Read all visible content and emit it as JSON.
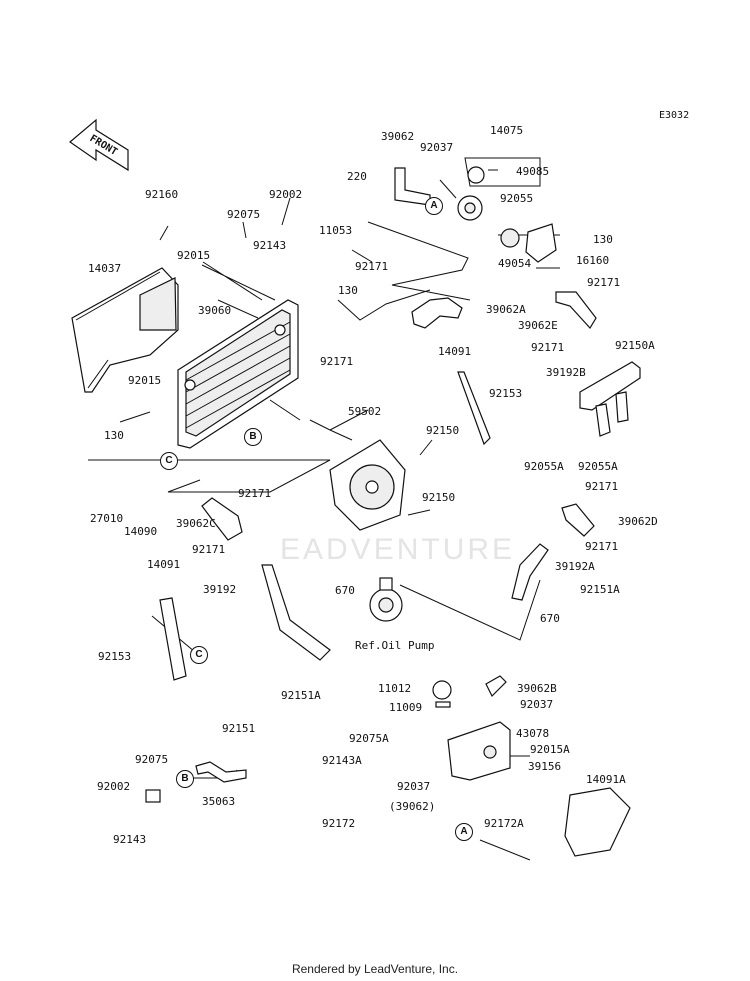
{
  "diagram_code": "E3032",
  "front_label": "FRONT",
  "watermark": "EADVENTURE",
  "footer": "Rendered by LeadVenture, Inc.",
  "ref_callouts": [
    "A",
    "B",
    "C"
  ],
  "part_numbers": {
    "p39062": "39062",
    "p92037": "92037",
    "p14075": "14075",
    "p49085": "49085",
    "p220": "220",
    "p92055": "92055",
    "p11053": "11053",
    "p130a": "130",
    "p16160": "16160",
    "p92171a": "92171",
    "p49054": "49054",
    "p130b": "130",
    "p92171b": "92171",
    "p39062A": "39062A",
    "p39062E": "39062E",
    "p92160": "92160",
    "p92002a": "92002",
    "p92075a": "92075",
    "p92143a": "92143",
    "p14037": "14037",
    "p92015a": "92015",
    "p39060": "39060",
    "p92171c": "92171",
    "p14091a": "14091",
    "p92153a": "92153",
    "p92171d": "92171",
    "p92150A": "92150A",
    "p39192B": "39192B",
    "p92015b": "92015",
    "p130c": "130",
    "p59502": "59502",
    "p92150a": "92150",
    "p92055A1": "92055A",
    "p92055A2": "92055A",
    "p27010": "27010",
    "p14090": "14090",
    "p92171e": "92171",
    "p39062C": "39062C",
    "p92150b": "92150",
    "p92171f": "92171",
    "p39062D": "39062D",
    "p92171g": "92171",
    "p92171h": "92171",
    "p14091b": "14091",
    "p39192": "39192",
    "p670a": "670",
    "p39192A": "39192A",
    "p92151A1": "92151A",
    "p670b": "670",
    "p92153b": "92153",
    "p92151A2": "92151A",
    "pOilPump": "Ref.Oil Pump",
    "p11012": "11012",
    "p39062B": "39062B",
    "p11009": "11009",
    "p92037b": "92037",
    "p43078": "43078",
    "p92075A": "92075A",
    "p92143A": "92143A",
    "p92015A": "92015A",
    "p39156": "39156",
    "p14091A": "14091A",
    "p92037c": "92037",
    "p39062paren": "(39062)",
    "p92172": "92172",
    "p92172A": "92172A",
    "p92151": "92151",
    "p92075b": "92075",
    "p92002b": "92002",
    "p35063": "35063",
    "p92143b": "92143"
  }
}
